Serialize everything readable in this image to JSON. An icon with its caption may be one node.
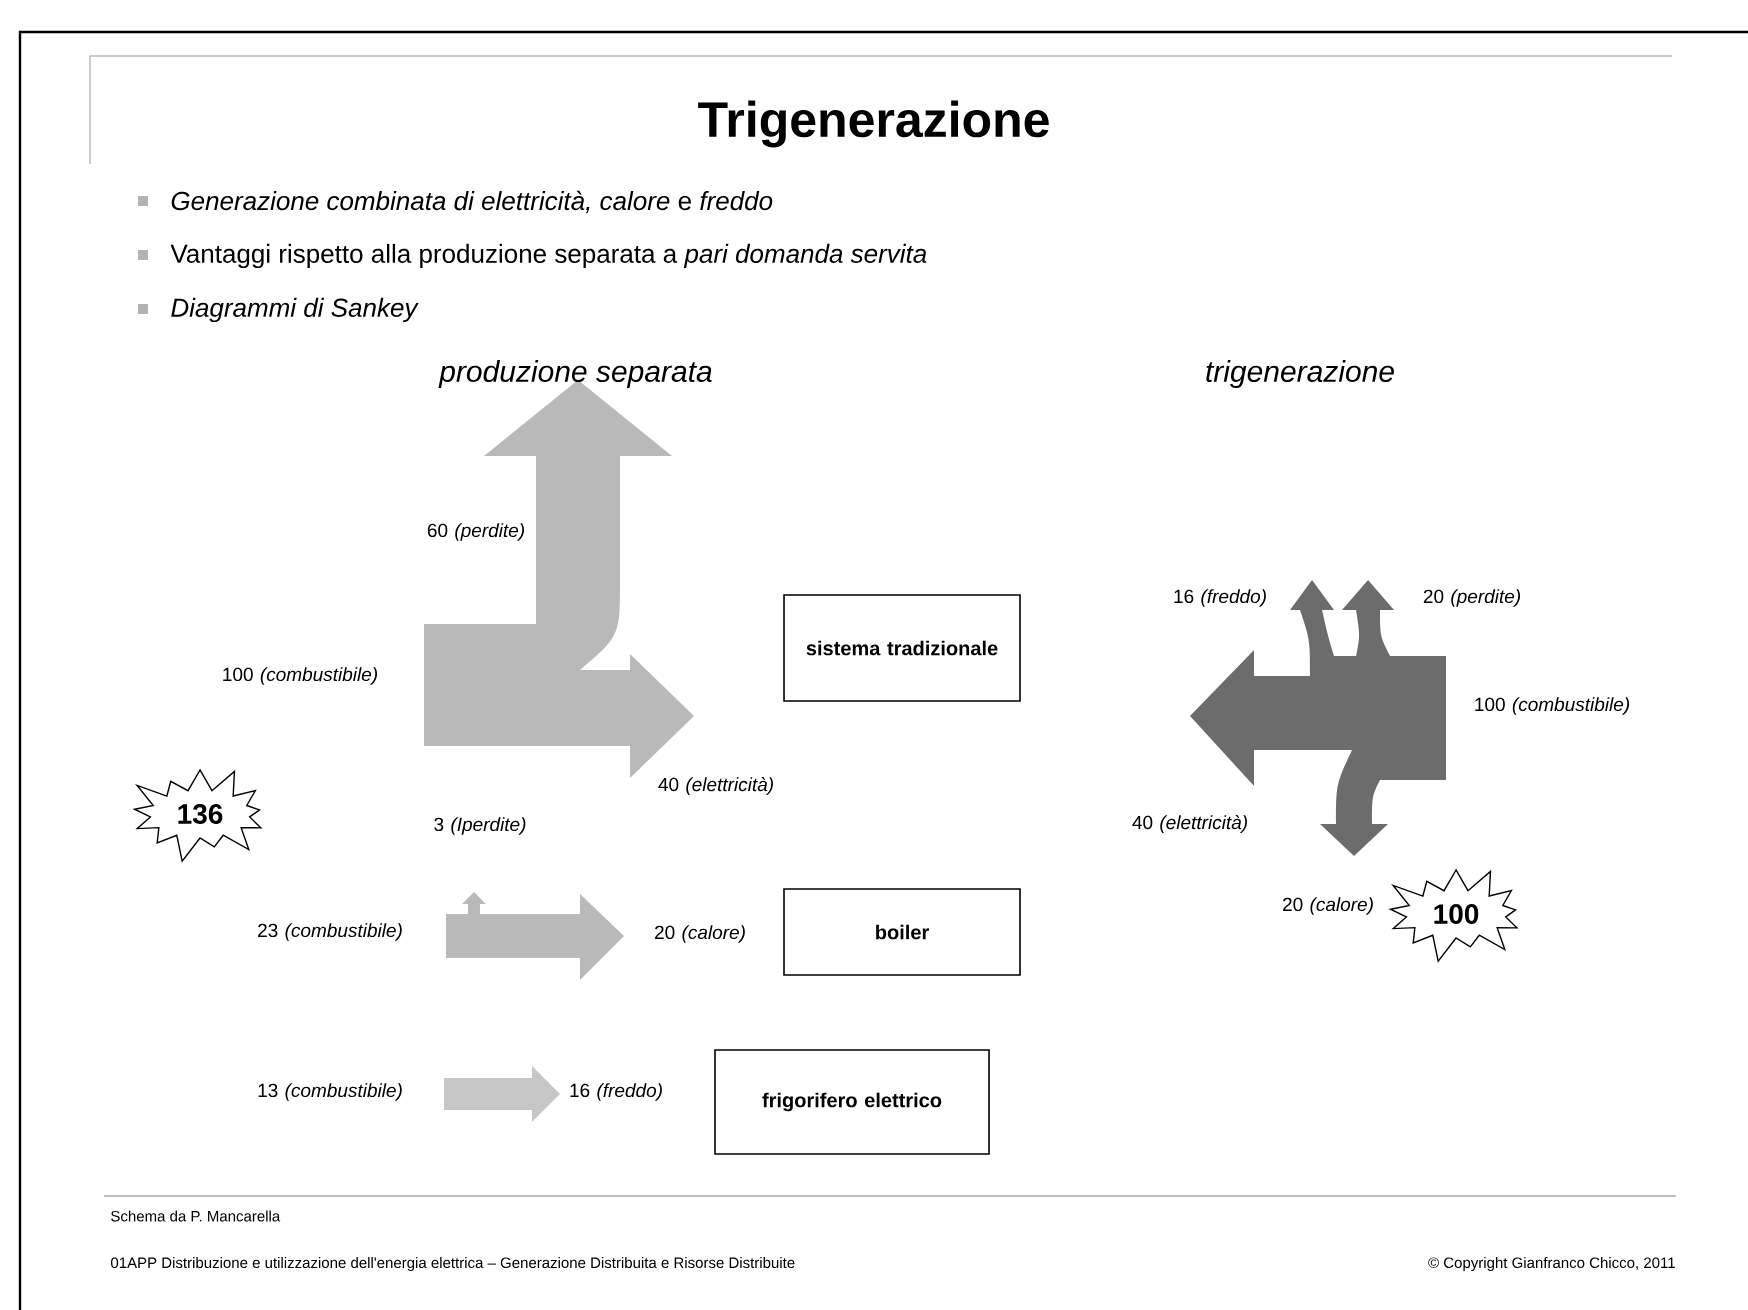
{
  "diagram": {
    "title": "Trigenerazione",
    "nodes": [
      {
        "text": [
          "sistema tradizionale"
        ]
      },
      {
        "text": [
          "boiler"
        ]
      },
      {
        "text": [
          "frigorifero elettrico"
        ]
      },
      {
        "text": [
          "136"
        ]
      },
      {
        "text": [
          "100"
        ]
      }
    ],
    "labels": [
      "*Generazione combinata di elettricità, calore* e *freddo*",
      "Vantaggi rispetto alla produzione separata a *pari domanda servita*",
      "Diagrammi di Sankey",
      "produzione separata",
      "trigenerazione",
      "60 *(perdite)*",
      "100 *(combustibile)*",
      "40 *(elettricità)*",
      "3 *(Iperdite)*",
      "23 *(combustibile)*",
      "20 *(calore)*",
      "13 *(combustibile)*",
      "16 *(freddo)*",
      "16 *(freddo)*",
      "20 *(perdite)*",
      "100 *(combustibile)*",
      "40 *(elettricità)*",
      "20 *(calore)*",
      "Schema da P. Mancarella",
      "01APP Distribuzione e utilizzazione dell'energia elettrica – Generazione Distribuita e Risorse Distribuite",
      "© Copyright Gianfranco Chicco, 2011"
    ]
  }
}
